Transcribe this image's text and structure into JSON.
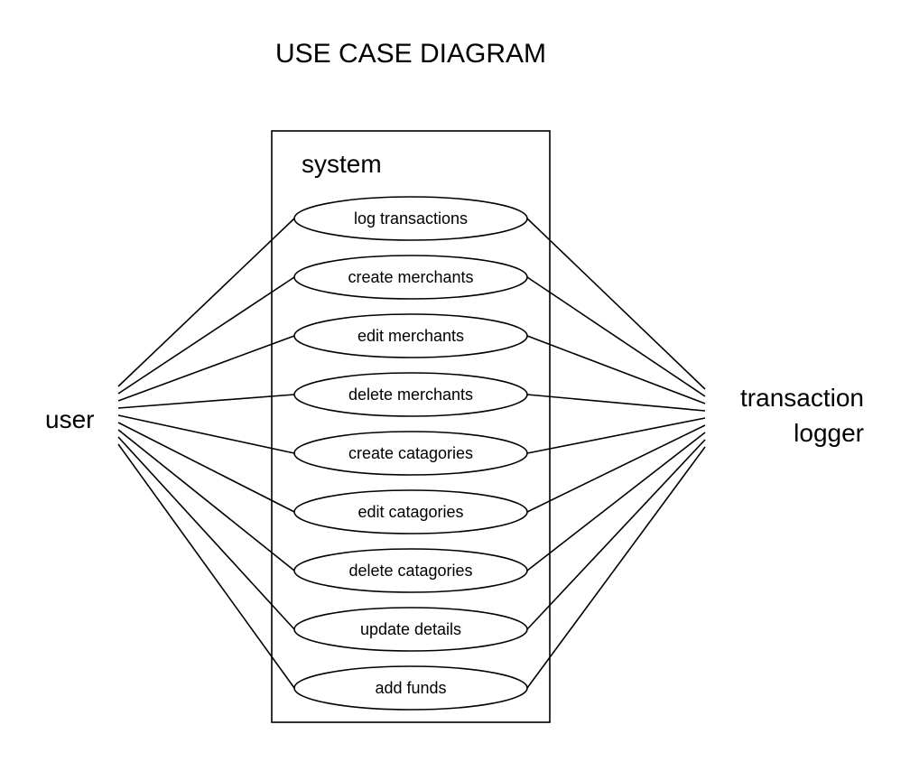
{
  "title": "USE CASE DIAGRAM",
  "system": {
    "label": "system"
  },
  "actors": {
    "left": {
      "label": "user"
    },
    "right": {
      "lines": [
        "transaction",
        "logger"
      ]
    }
  },
  "use_cases": [
    "log transactions",
    "create merchants",
    "edit merchants",
    "delete merchants",
    "create catagories",
    "edit catagories",
    "delete catagories",
    "update details",
    "add funds"
  ],
  "colors": {
    "stroke": "#000000",
    "background": "#ffffff"
  }
}
